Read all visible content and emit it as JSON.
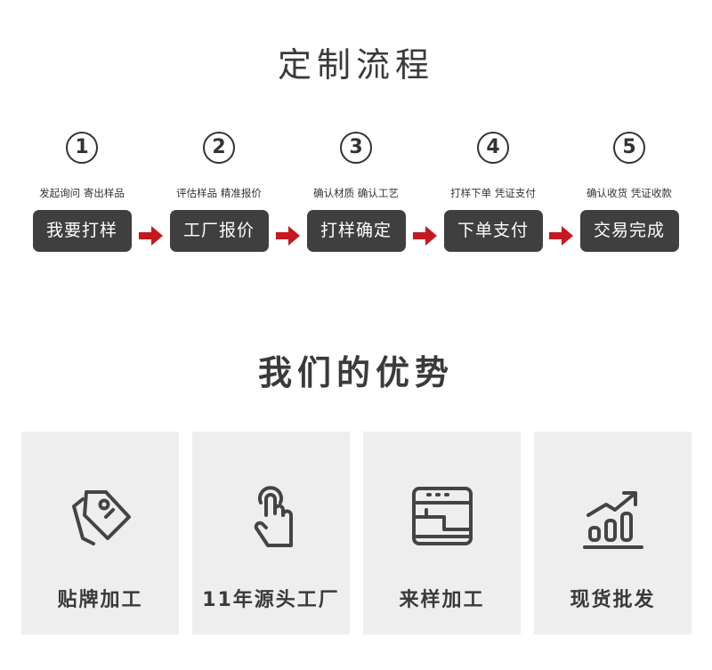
{
  "process": {
    "title": "定制流程",
    "steps": [
      {
        "number": "1",
        "desc": "发起询问 寄出样品",
        "label": "我要打样"
      },
      {
        "number": "2",
        "desc": "评估样品 精准报价",
        "label": "工厂报价"
      },
      {
        "number": "3",
        "desc": "确认材质 确认工艺",
        "label": "打样确定"
      },
      {
        "number": "4",
        "desc": "打样下单 凭证支付",
        "label": "下单支付"
      },
      {
        "number": "5",
        "desc": "确认收货 凭证收款",
        "label": "交易完成"
      }
    ]
  },
  "advantages": {
    "title": "我们的优势",
    "items": [
      {
        "label": "贴牌加工",
        "icon": "price-tags-icon"
      },
      {
        "label": "11年源头工厂",
        "icon": "tap-hand-icon"
      },
      {
        "label": "来样加工",
        "icon": "sewing-machine-icon"
      },
      {
        "label": "现货批发",
        "icon": "growth-chart-icon"
      }
    ]
  },
  "colors": {
    "button_bg": "#3f3f3f",
    "arrow": "#c3191f",
    "card_bg": "#eeeeef",
    "text": "#333333"
  }
}
